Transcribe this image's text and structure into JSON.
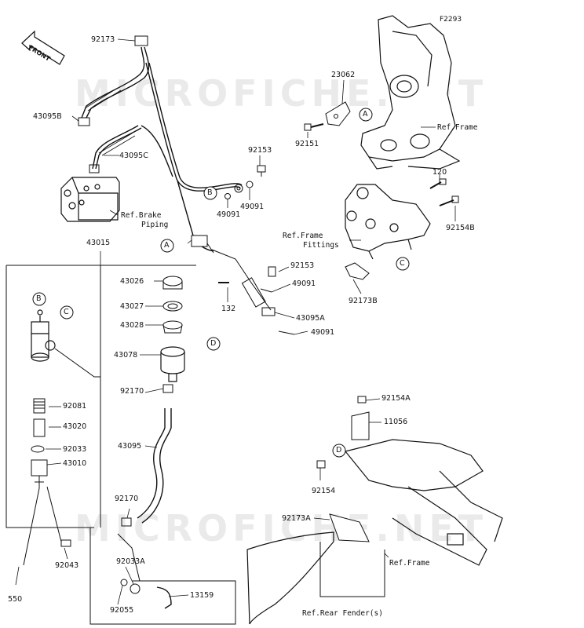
{
  "figure_id": "F2293",
  "watermark": "MICROFICHE.NET",
  "front_arrow_label": "FRONT",
  "refs": {
    "A": "A",
    "B": "B",
    "C": "C",
    "D": "D"
  },
  "labels": {
    "p92173": "92173",
    "p43095B": "43095B",
    "p43095C": "43095C",
    "p23062": "23062",
    "p92151": "92151",
    "ref_frame_top": "Ref.Frame",
    "p92153_top": "92153",
    "p49091_a": "49091",
    "p49091_b": "49091",
    "ref_brake_1": "Ref.Brake",
    "ref_brake_2": "Piping",
    "p120": "120",
    "p92154B": "92154B",
    "ref_fittings_1": "Ref.Frame",
    "ref_fittings_2": "Fittings",
    "p92173B": "92173B",
    "p43015": "43015",
    "p43026": "43026",
    "p43027": "43027",
    "p43028": "43028",
    "p43078": "43078",
    "p92170_a": "92170",
    "p43095": "43095",
    "p92170_b": "92170",
    "p92033A": "92033A",
    "p92055": "92055",
    "p13159": "13159",
    "p92081": "92081",
    "p43020": "43020",
    "p92033": "92033",
    "p43010": "43010",
    "p92043": "92043",
    "p550": "550",
    "p92153_mid": "92153",
    "p49091_c": "49091",
    "p132": "132",
    "p43095A": "43095A",
    "p49091_d": "49091",
    "p92154A": "92154A",
    "p11056": "11056",
    "p92154": "92154",
    "p92173A": "92173A",
    "ref_frame_bottom": "Ref.Frame",
    "ref_rear_fender": "Ref.Rear Fender(s)"
  }
}
